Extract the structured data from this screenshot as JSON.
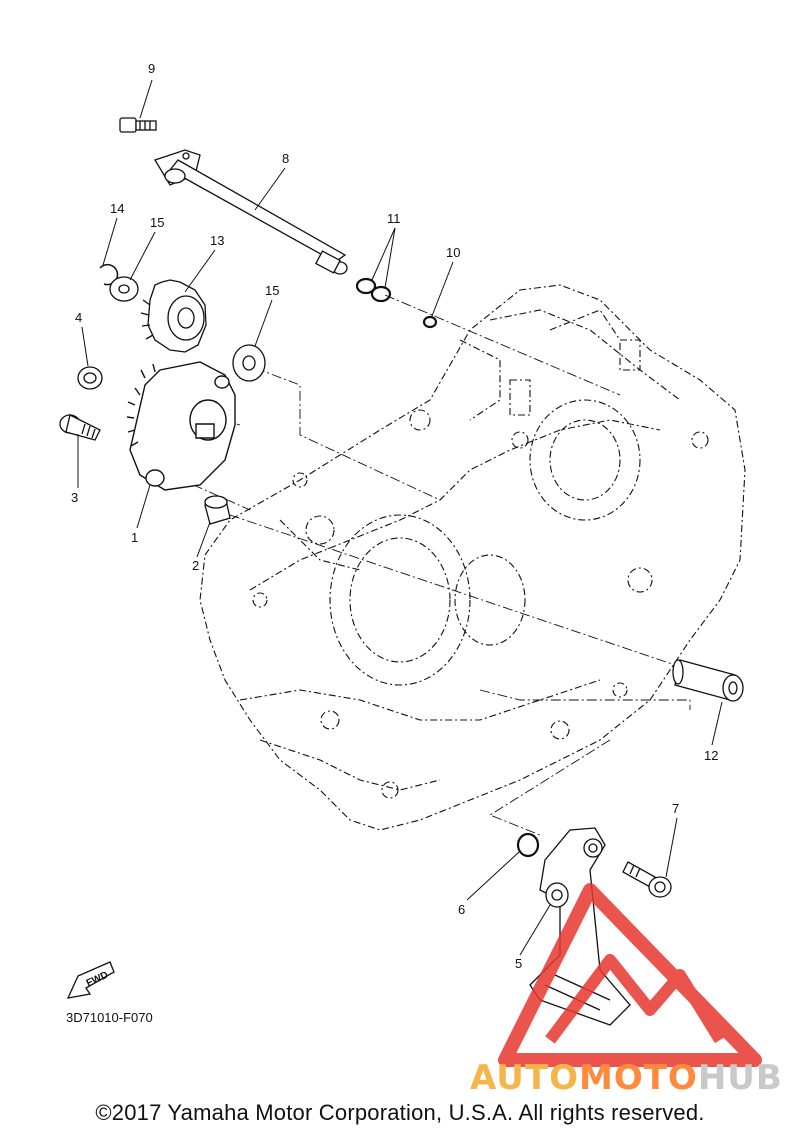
{
  "callouts": [
    "1",
    "2",
    "3",
    "4",
    "5",
    "6",
    "7",
    "8",
    "9",
    "10",
    "11",
    "12",
    "13",
    "14",
    "15",
    "15"
  ],
  "fwd_label": "FWD",
  "diagram_code": "3D71010-F070",
  "copyright": "©2017 Yamaha Motor Corporation, U.S.A. All rights reserved.",
  "watermark": {
    "part1": "AUTO",
    "part2": "MOTO",
    "part3": "HUB"
  },
  "colors": {
    "line": "#111111",
    "watermark_red": "#e8362f",
    "watermark_orange": "#f5b54a"
  }
}
